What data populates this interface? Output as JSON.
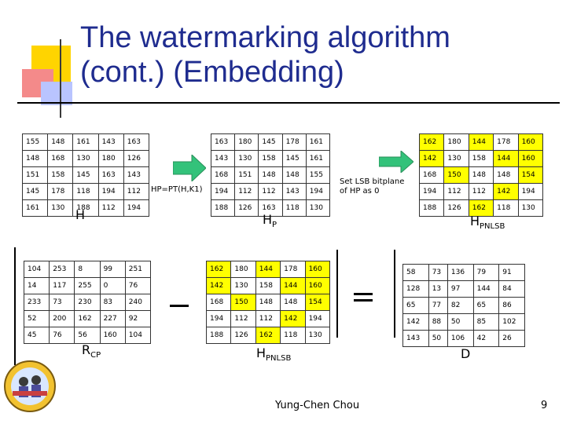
{
  "slide": {
    "title": "The watermarking algorithm\n(cont.) (Embedding)",
    "author": "Yung-Chen Chou",
    "page_number": "9"
  },
  "labels": {
    "H": "H",
    "HP": "H",
    "HP_sub": "P",
    "HPNLSB1": "H",
    "HPNLSB1_sub": "PNLSB",
    "RCP": "R",
    "RCP_sub": "CP",
    "HPNLSB2": "H",
    "HPNLSB2_sub": "PNLSB",
    "D": "D",
    "formula": "HP=PT(H,K1)",
    "set_lsb": "Set LSB bitplane of HP as 0"
  },
  "matrices": {
    "H": [
      [
        155,
        148,
        161,
        143,
        163
      ],
      [
        148,
        168,
        130,
        180,
        126
      ],
      [
        151,
        158,
        145,
        163,
        143
      ],
      [
        145,
        178,
        118,
        194,
        112
      ],
      [
        161,
        130,
        188,
        112,
        194
      ]
    ],
    "HP": [
      [
        163,
        180,
        145,
        178,
        161
      ],
      [
        143,
        130,
        158,
        145,
        161
      ],
      [
        168,
        151,
        148,
        148,
        155
      ],
      [
        194,
        112,
        112,
        143,
        194
      ],
      [
        188,
        126,
        163,
        118,
        130
      ]
    ],
    "HPNLSB": [
      [
        162,
        180,
        144,
        178,
        160
      ],
      [
        142,
        130,
        158,
        144,
        160
      ],
      [
        168,
        150,
        148,
        148,
        154
      ],
      [
        194,
        112,
        112,
        142,
        194
      ],
      [
        188,
        126,
        162,
        118,
        130
      ]
    ],
    "RCP": [
      [
        104,
        253,
        8,
        99,
        251
      ],
      [
        14,
        117,
        255,
        0,
        76
      ],
      [
        233,
        73,
        230,
        83,
        240
      ],
      [
        52,
        200,
        162,
        227,
        92
      ],
      [
        45,
        76,
        56,
        160,
        104
      ]
    ],
    "HPNLSB2": [
      [
        162,
        180,
        144,
        178,
        160
      ],
      [
        142,
        130,
        158,
        144,
        160
      ],
      [
        168,
        150,
        148,
        148,
        154
      ],
      [
        194,
        112,
        112,
        142,
        194
      ],
      [
        188,
        126,
        162,
        118,
        130
      ]
    ],
    "D": [
      [
        58,
        73,
        136,
        79,
        91
      ],
      [
        128,
        13,
        97,
        144,
        84
      ],
      [
        65,
        77,
        82,
        65,
        86
      ],
      [
        142,
        88,
        50,
        85,
        102
      ],
      [
        143,
        50,
        106,
        42,
        26
      ]
    ]
  },
  "highlight": {
    "HPNLSB": [
      [
        0,
        0
      ],
      [
        0,
        2
      ],
      [
        0,
        4
      ],
      [
        1,
        0
      ],
      [
        1,
        3
      ],
      [
        1,
        4
      ],
      [
        2,
        1
      ],
      [
        2,
        4
      ],
      [
        3,
        3
      ],
      [
        4,
        2
      ]
    ],
    "HPNLSB2": [
      [
        0,
        0
      ],
      [
        0,
        2
      ],
      [
        0,
        4
      ],
      [
        1,
        0
      ],
      [
        1,
        3
      ],
      [
        1,
        4
      ],
      [
        2,
        1
      ],
      [
        2,
        4
      ],
      [
        3,
        3
      ],
      [
        4,
        2
      ]
    ]
  },
  "colors": {
    "title": "#1f2c8f",
    "highlight": "#ffff00",
    "arrow": "#33c27a",
    "deco_yellow": "#ffd400",
    "deco_red": "#f26a6a",
    "deco_blue": "#3040c0"
  }
}
